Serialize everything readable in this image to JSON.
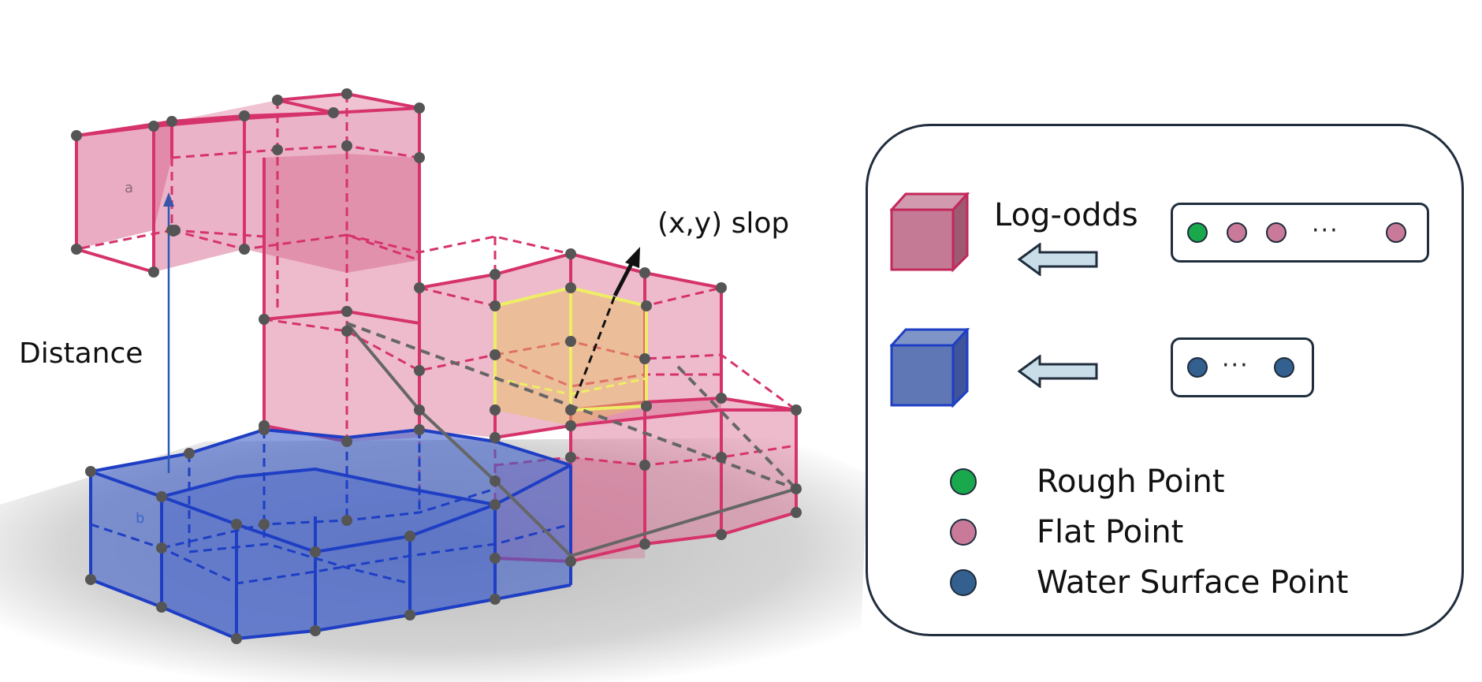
{
  "labels": {
    "distance": "Distance",
    "slope": "(x,y) slop",
    "voxel_a": "a",
    "voxel_b": "b"
  },
  "legend": {
    "top_row": {
      "label": "Log-odds",
      "ellipsis": "···",
      "point_colors": [
        "#1aa84c",
        "#c97a98",
        "#c97a98",
        "#c97a98"
      ]
    },
    "middle_row": {
      "ellipsis": "···",
      "point_colors": [
        "#33608f",
        "#33608f"
      ]
    },
    "entries": [
      {
        "label": "Rough Point",
        "color": "#1aa84c"
      },
      {
        "label": "Flat Point",
        "color": "#c97a98"
      },
      {
        "label": "Water Surface Point",
        "color": "#33608f"
      }
    ]
  },
  "colors": {
    "pink_face": "#d8688f",
    "pink_edge": "#d6336c",
    "blue_face": "#3f5fc9",
    "blue_edge": "#1e3ec4",
    "yellow_edge": "#eeee66",
    "node": "#555555",
    "ground": "#c9c9c9",
    "legend_pink_cube": "#c47a95",
    "legend_blue_cube": "#5f77b5",
    "arrow_fill": "#c9dde8"
  }
}
